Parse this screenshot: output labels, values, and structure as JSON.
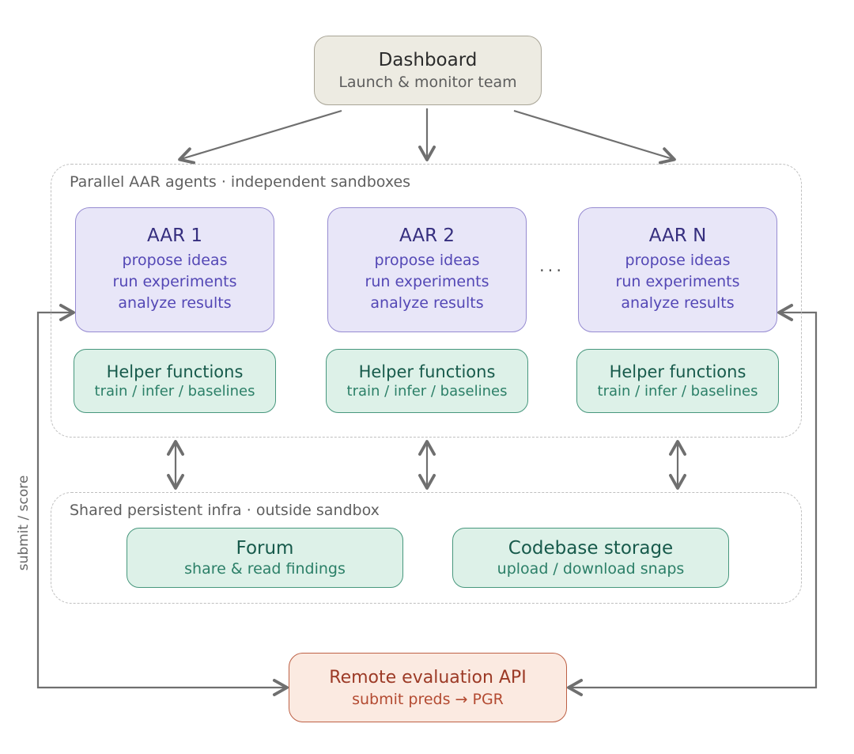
{
  "diagram": {
    "dashboard": {
      "title": "Dashboard",
      "subtitle": "Launch & monitor team"
    },
    "agents_container": {
      "label": "Parallel AAR agents · independent sandboxes",
      "agents": [
        {
          "title": "AAR 1",
          "lines": [
            "propose ideas",
            "run experiments",
            "analyze results"
          ]
        },
        {
          "title": "AAR 2",
          "lines": [
            "propose ideas",
            "run experiments",
            "analyze results"
          ]
        },
        {
          "title": "AAR N",
          "lines": [
            "propose ideas",
            "run experiments",
            "analyze results"
          ]
        }
      ],
      "ellipsis": "···",
      "helper": {
        "title": "Helper functions",
        "subtitle": "train / infer / baselines"
      }
    },
    "infra_container": {
      "label": "Shared persistent infra · outside sandbox",
      "forum": {
        "title": "Forum",
        "subtitle": "share & read findings"
      },
      "codebase": {
        "title": "Codebase storage",
        "subtitle": "upload / download snaps"
      }
    },
    "evaluation": {
      "title": "Remote evaluation API",
      "subtitle": "submit preds → PGR"
    },
    "side_label": "submit / score",
    "colors": {
      "dashboard_fill": "#edebe2",
      "dashboard_border": "#a8a496",
      "agent_fill": "#e8e6f8",
      "agent_border": "#968bd1",
      "agent_title_text": "#352e7e",
      "agent_body_text": "#5347b5",
      "helper_fill": "#ddf1e8",
      "helper_border": "#47977d",
      "helper_title_text": "#175a4b",
      "helper_body_text": "#2b7f67",
      "evaluation_fill": "#fbeae1",
      "evaluation_border": "#bd6045",
      "evaluation_text": "#9c3a26",
      "container_border": "#bfbfbf",
      "container_label_text": "#5f5f5f",
      "arrow": "#6f6f6f"
    }
  }
}
